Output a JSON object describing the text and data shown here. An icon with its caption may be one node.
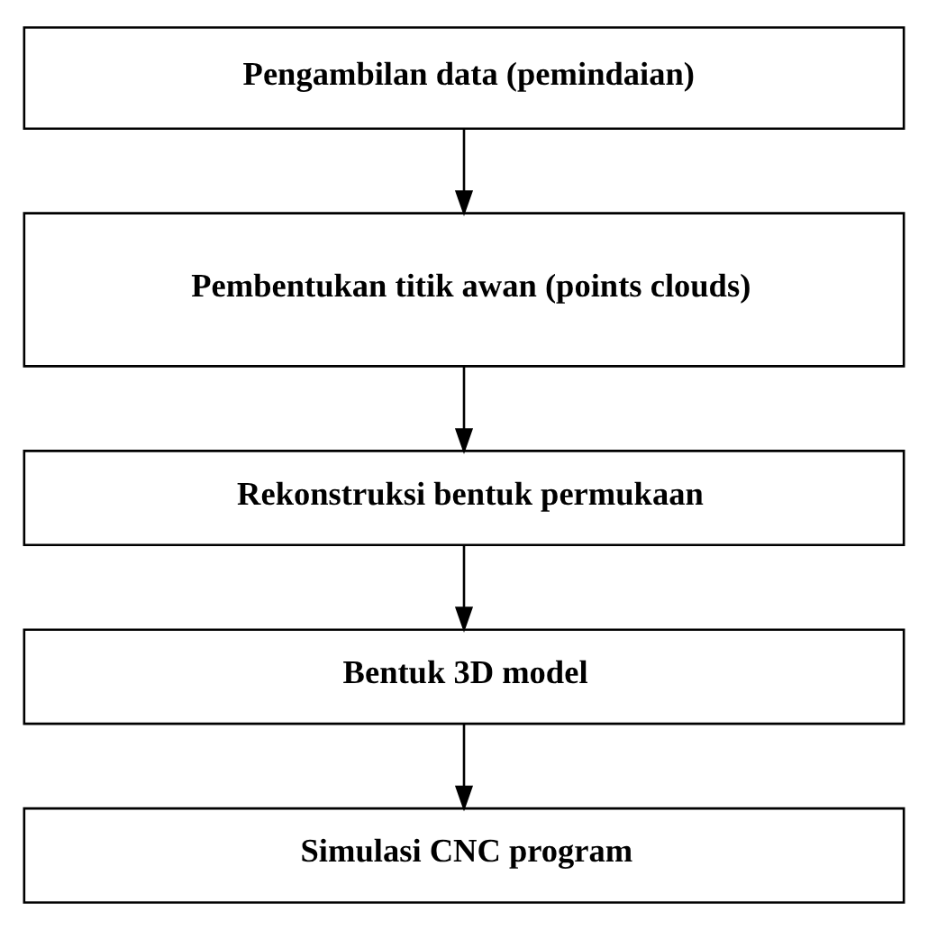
{
  "diagram": {
    "nodes": [
      {
        "text": [
          "Pengambilan data (pemindaian)"
        ]
      },
      {
        "text": [
          "Pembentukan titik awan (points clouds)"
        ]
      },
      {
        "text": [
          "Rekonstruksi bentuk permukaan"
        ]
      },
      {
        "text": [
          "Bentuk 3D model"
        ]
      },
      {
        "text": [
          "Simulasi CNC program"
        ]
      }
    ],
    "edges": [
      {
        "from": 0,
        "to": 1,
        "arrow": "to"
      },
      {
        "from": 1,
        "to": 2,
        "arrow": "to"
      },
      {
        "from": 2,
        "to": 3,
        "arrow": "to"
      },
      {
        "from": 3,
        "to": 4,
        "arrow": "to"
      }
    ]
  }
}
